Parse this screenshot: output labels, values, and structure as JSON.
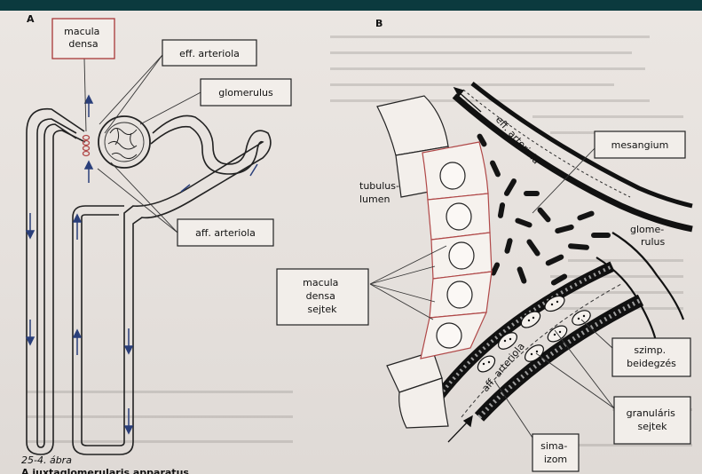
{
  "panels": {
    "a": "A",
    "b": "B"
  },
  "labels_a": {
    "macula_densa": [
      "macula",
      "densa"
    ],
    "eff_arteriola": "eff. arteriola",
    "glomerulus": "glomerulus",
    "aff_arteriola": "aff. arteriola"
  },
  "labels_b": {
    "tubulus_lumen": [
      "tubulus-",
      "lumen"
    ],
    "mesangium": "mesangium",
    "glomerulus": [
      "glome-",
      "rulus"
    ],
    "macula_densa_sejtek": [
      "macula",
      "densa",
      "sejtek"
    ],
    "szimp_beidegzes": [
      "szimp.",
      "beidegzés"
    ],
    "granularis_sejtek": [
      "granuláris",
      "sejtek"
    ],
    "sima_izom": [
      "sima-",
      "izom"
    ],
    "eff_arteriola_vessel": "eff. arteriola",
    "aff_arteriola_vessel": "aff. arteriola"
  },
  "caption": {
    "figure_number": "25-4. ábra",
    "title": "A juxtaglomerularis apparatus"
  },
  "colors": {
    "page": "#e8e3df",
    "ink": "#111111",
    "cell_outline": "#b04848",
    "box_outline": "#a83838",
    "top_bar": "#0b3a3e"
  }
}
